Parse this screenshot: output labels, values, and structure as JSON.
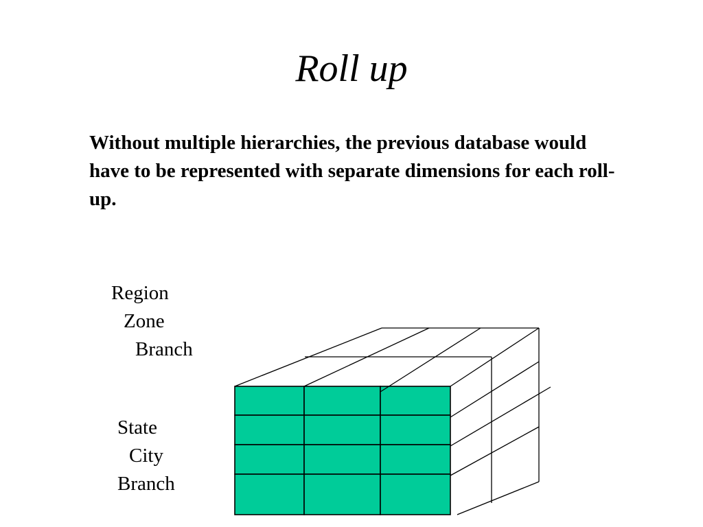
{
  "slide": {
    "title": "Roll up",
    "body": "Without multiple hierarchies, the previous database would have to be represented with separate dimensions for each roll-up."
  },
  "diagram": {
    "top_hierarchy": [
      "Region",
      "Zone",
      "Branch"
    ],
    "side_hierarchy": [
      "State",
      "City",
      "Branch"
    ],
    "front_face": {
      "rows": 4,
      "columns": 3
    },
    "colors": {
      "cell_fill": "#00CC99",
      "line": "#000000"
    }
  }
}
